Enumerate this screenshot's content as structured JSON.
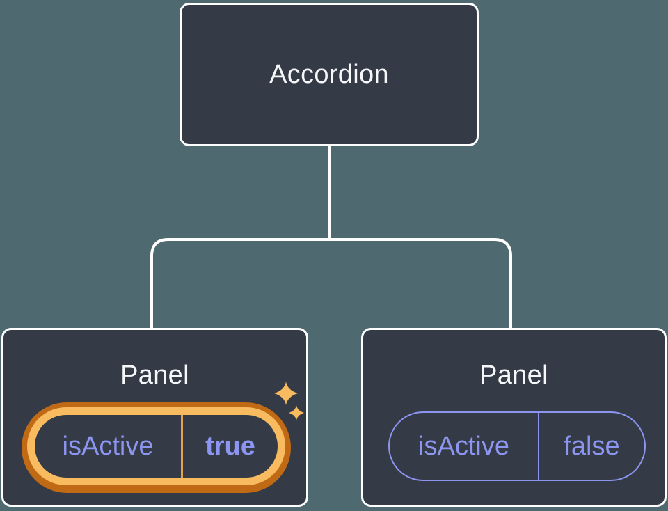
{
  "theme": {
    "canvas-bg": "#4E6970",
    "node-bg": "#343B47",
    "node-border": "#FFFFFF",
    "connector-color": "#FFFFFF",
    "title-color": "#F6F7F9",
    "state-color": "#8C95F0",
    "highlight-outer": "#C06A15",
    "highlight-inner": "#F8BB60",
    "highlight-divider": "#E3A44B",
    "sparkle-color": "#F8BB60"
  },
  "diagram": {
    "root": {
      "title": "Accordion"
    },
    "panels": [
      {
        "title": "Panel",
        "state": {
          "name": "isActive",
          "value": "true"
        },
        "highlighted": true
      },
      {
        "title": "Panel",
        "state": {
          "name": "isActive",
          "value": "false"
        },
        "highlighted": false
      }
    ]
  },
  "icons": [
    {
      "name": "sparkle-large-icon"
    },
    {
      "name": "sparkle-small-icon"
    }
  ]
}
